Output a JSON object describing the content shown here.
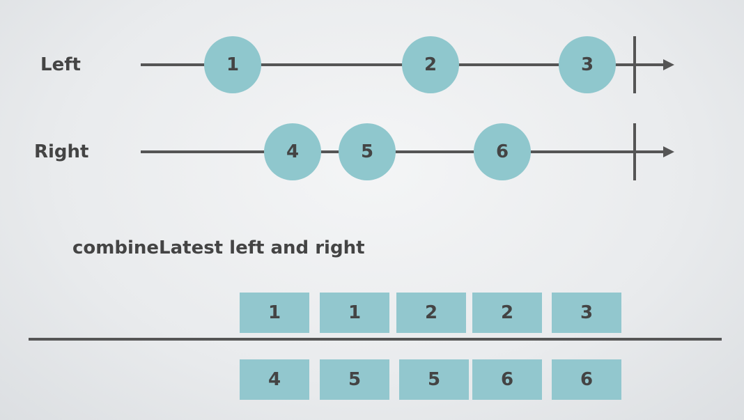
{
  "streams": {
    "left": {
      "label": "Left",
      "marbles": [
        "1",
        "2",
        "3"
      ]
    },
    "right": {
      "label": "Right",
      "marbles": [
        "4",
        "5",
        "6"
      ]
    }
  },
  "caption": "combineLatest left and right",
  "combined": {
    "top": [
      "1",
      "1",
      "2",
      "2",
      "3"
    ],
    "bottom": [
      "4",
      "5",
      "5",
      "6",
      "6"
    ]
  },
  "colors": {
    "marble": "#8fc7cd",
    "line": "#555555",
    "text": "#444444"
  }
}
